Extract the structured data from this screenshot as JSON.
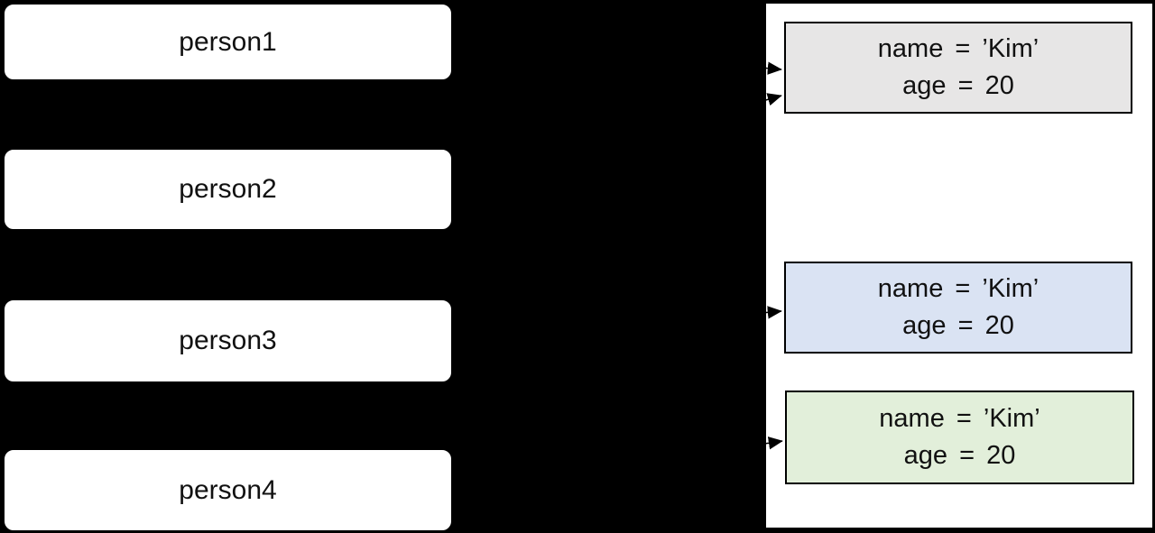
{
  "canvas": {
    "background": "#000000",
    "panel_background": "#ffffff"
  },
  "variables": [
    {
      "label": "person1"
    },
    {
      "label": "person2"
    },
    {
      "label": "person3"
    },
    {
      "label": "person4"
    }
  ],
  "objects": [
    {
      "name_line": "name = ’Kim’",
      "age_line": "age = 20",
      "fill": "#e7e6e6",
      "border": "#000000"
    },
    {
      "name_line": "name = ’Kim’",
      "age_line": "age = 20",
      "fill": "#dae3f3",
      "border": "#000000"
    },
    {
      "name_line": "name = ’Kim’",
      "age_line": "age = 20",
      "fill": "#e2efda",
      "border": "#000000"
    }
  ],
  "arrows": [
    {
      "from": "person1",
      "to": "object-gray"
    },
    {
      "from": "person2",
      "to": "object-gray"
    },
    {
      "from": "person3",
      "to": "object-blue"
    },
    {
      "from": "person4",
      "to": "object-green"
    }
  ],
  "arrow_color": "#000000"
}
